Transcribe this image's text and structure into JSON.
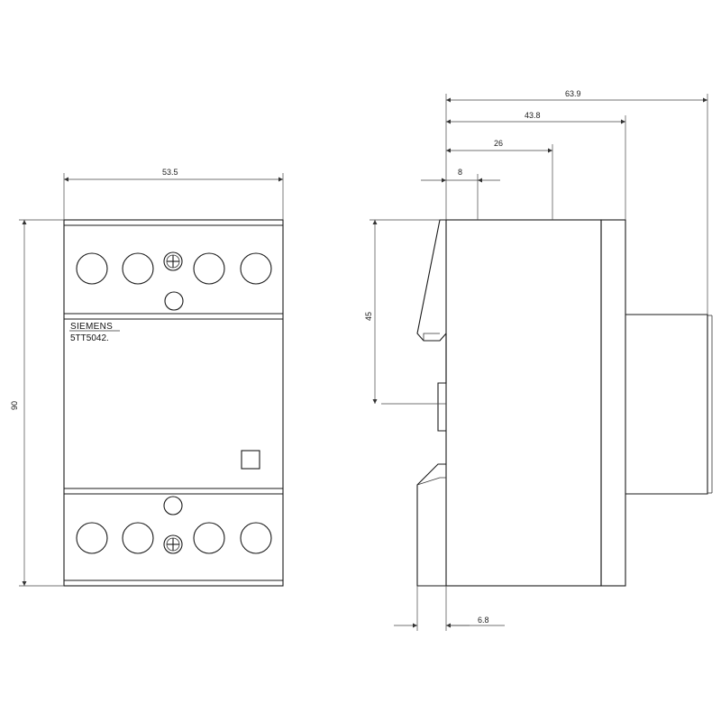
{
  "front_view": {
    "brand": "SIEMENS",
    "model": "5TT5042.",
    "dim_width": "53.5",
    "dim_height": "90"
  },
  "side_view": {
    "dim_total_depth": "63.9",
    "dim_depth_43_8": "43.8",
    "dim_depth_26": "26",
    "dim_offset_8": "8",
    "dim_rail_45": "45",
    "dim_base_6_8": "6.8"
  }
}
